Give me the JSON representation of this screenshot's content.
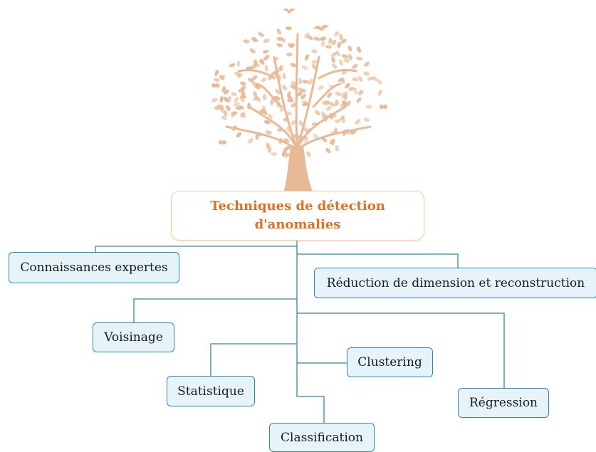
{
  "colors": {
    "tree": "#e7b996",
    "root_text": "#e07020",
    "connector": "#2f8ba3",
    "node_fill": "#e6f4fa"
  },
  "root": {
    "label": "Techniques de détection d'anomalies"
  },
  "nodes": {
    "connaissances": "Connaissances expertes",
    "reduction": "Réduction de dimension et reconstruction",
    "voisinage": "Voisinage",
    "clustering": "Clustering",
    "statistique": "Statistique",
    "regression": "Régression",
    "classification": "Classification"
  }
}
